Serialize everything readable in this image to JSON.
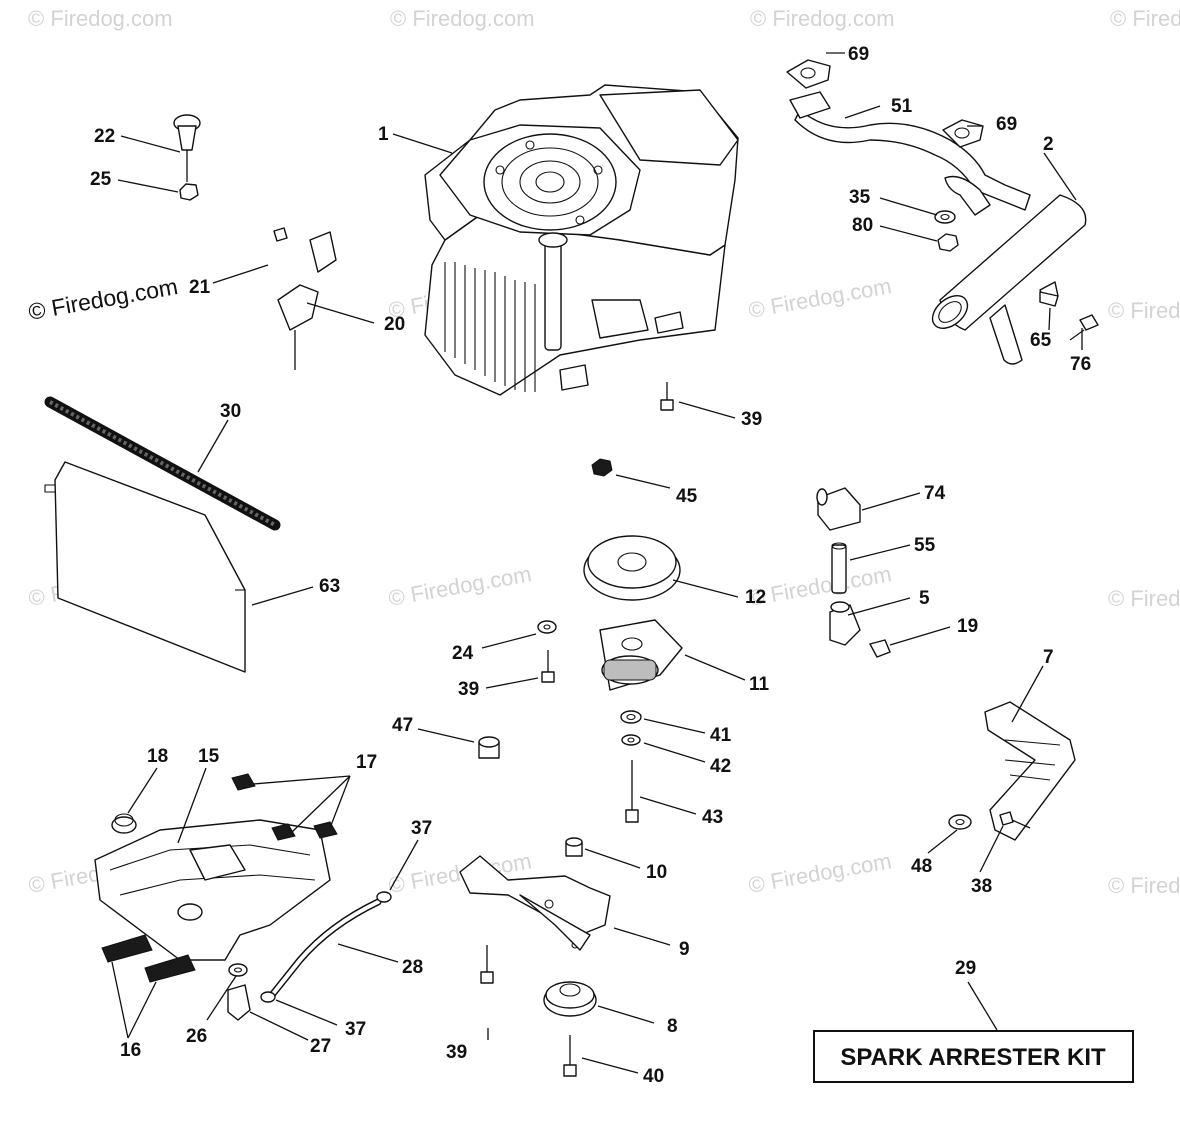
{
  "watermark": "© Firedog.com",
  "kit_label": "SPARK ARRESTER KIT",
  "labels": {
    "p1": "1",
    "p2": "2",
    "p5": "5",
    "p7": "7",
    "p8": "8",
    "p9": "9",
    "p10": "10",
    "p11": "11",
    "p12": "12",
    "p15": "15",
    "p16": "16",
    "p17": "17",
    "p18": "18",
    "p19": "19",
    "p20": "20",
    "p21": "21",
    "p22": "22",
    "p24": "24",
    "p25": "25",
    "p26": "26",
    "p27": "27",
    "p28": "28",
    "p29": "29",
    "p30": "30",
    "p35": "35",
    "p37a": "37",
    "p37b": "37",
    "p38": "38",
    "p39a": "39",
    "p39b": "39",
    "p39c": "39",
    "p40": "40",
    "p41": "41",
    "p42": "42",
    "p43": "43",
    "p45": "45",
    "p47": "47",
    "p48": "48",
    "p51": "51",
    "p55": "55",
    "p63": "63",
    "p65": "65",
    "p69a": "69",
    "p69b": "69",
    "p74": "74",
    "p76": "76",
    "p80": "80"
  }
}
